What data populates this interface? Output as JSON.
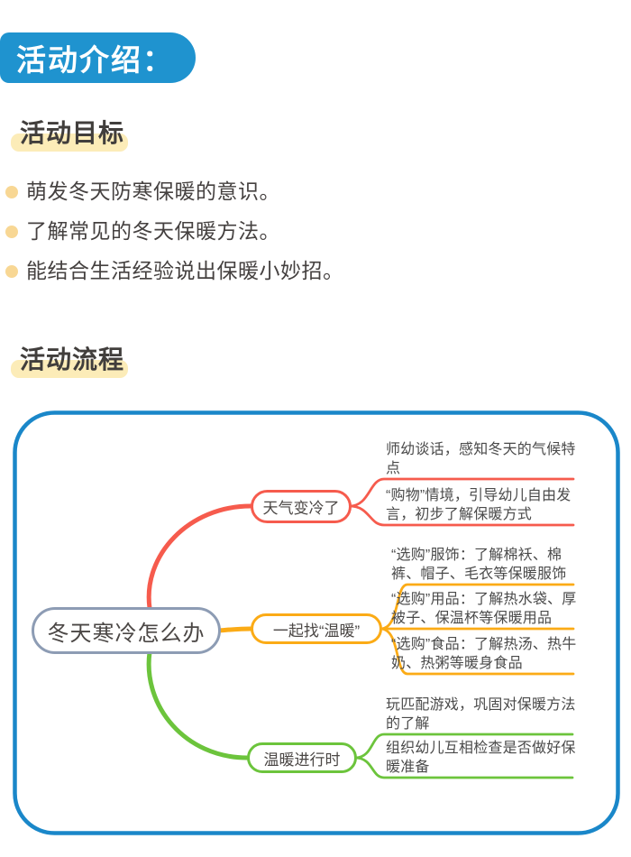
{
  "header": {
    "badge": "活动介绍："
  },
  "goals": {
    "heading": "活动目标",
    "items": [
      "萌发冬天防寒保暖的意识。",
      "了解常见的冬天保暖方法。",
      "能结合生活经验说出保暖小妙招。"
    ]
  },
  "flow": {
    "heading": "活动流程",
    "mindmap": {
      "root": "冬天寒冷怎么办",
      "branches": [
        {
          "label": "天气变冷了",
          "color": "#f65b4d",
          "leaves": [
            "师幼谈话，感知冬天的气候特点",
            "“购物”情境，引导幼儿自由发言，初步了解保暖方式"
          ]
        },
        {
          "label": "一起找“温暖”",
          "color": "#fbab16",
          "leaves": [
            "“选购”服饰：了解棉袄、棉裤、帽子、毛衣等保暖服饰",
            "“选购”用品：了解热水袋、厚被子、保温杯等保暖用品",
            "“选购”食品：了解热汤、热牛奶、热粥等暖身食品"
          ]
        },
        {
          "label": "温暖进行时",
          "color": "#6cc43c",
          "leaves": [
            "玩匹配游戏，巩固对保暖方法的了解",
            "组织幼儿互相检查是否做好保暖准备"
          ]
        }
      ]
    }
  },
  "colors": {
    "badge_blue": "#1f93cf",
    "frame_blue": "#1a87c9",
    "branch_red": "#f65b4d",
    "branch_orange": "#fbab16",
    "branch_green": "#6cc43c",
    "central_border_gray": "#8d9cb4",
    "highlight_yellow": "#fcecb8",
    "bullet_yellow": "#f8d794",
    "text_dark": "#454140"
  }
}
